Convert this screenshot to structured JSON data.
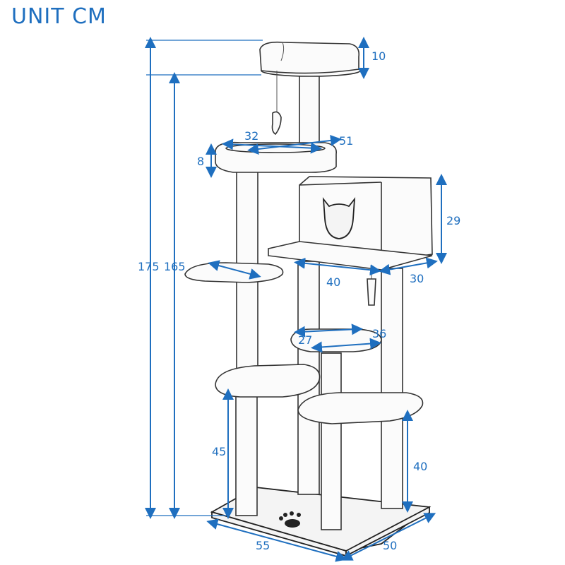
{
  "title": "UNIT CM",
  "colors": {
    "dimension": "#1f6fbf",
    "sketch": "#333333",
    "background": "#ffffff"
  },
  "dimensions": {
    "top_perch_height": "10",
    "upper_platform_width": "32",
    "upper_platform_length": "51",
    "upper_platform_height": "8",
    "condo_height": "29",
    "total_height": "175",
    "post_height": "165",
    "condo_depth": "40",
    "condo_width": "30",
    "small_platform_width": "27",
    "small_platform_length": "36",
    "lower_left_height": "45",
    "lower_right_height": "40",
    "base_length": "55",
    "base_width": "50"
  }
}
